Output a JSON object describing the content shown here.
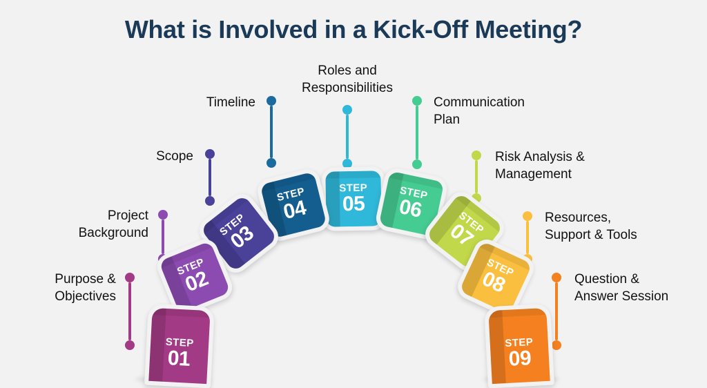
{
  "page": {
    "title": "What is Involved in a Kick-Off Meeting?",
    "background_color": "#f2f2f2",
    "title_color": "#1b3a57",
    "text_color": "#111111"
  },
  "steps": [
    {
      "id": "step-01",
      "kicker": "STEP",
      "number": "01",
      "color": "#a33a85"
    },
    {
      "id": "step-02",
      "kicker": "STEP",
      "number": "02",
      "color": "#8c4bb0"
    },
    {
      "id": "step-03",
      "kicker": "STEP",
      "number": "03",
      "color": "#4a4199"
    },
    {
      "id": "step-04",
      "kicker": "STEP",
      "number": "04",
      "color": "#135d8f"
    },
    {
      "id": "step-05",
      "kicker": "STEP",
      "number": "05",
      "color": "#2fb8d9"
    },
    {
      "id": "step-06",
      "kicker": "STEP",
      "number": "06",
      "color": "#45cc92"
    },
    {
      "id": "step-07",
      "kicker": "STEP",
      "number": "07",
      "color": "#c0d84a"
    },
    {
      "id": "step-08",
      "kicker": "STEP",
      "number": "08",
      "color": "#fbbf3f"
    },
    {
      "id": "step-09",
      "kicker": "STEP",
      "number": "09",
      "color": "#f5801f"
    }
  ],
  "callouts": [
    {
      "id": "callout-01",
      "step": "01",
      "text": "Purpose &\nObjectives",
      "color": "#a33a85",
      "align": "right"
    },
    {
      "id": "callout-02",
      "step": "02",
      "text": "Project\nBackground",
      "color": "#8c4bb0",
      "align": "right"
    },
    {
      "id": "callout-03",
      "step": "03",
      "text": "Scope",
      "color": "#4a4199",
      "align": "right"
    },
    {
      "id": "callout-04",
      "step": "04",
      "text": "Timeline",
      "color": "#1b6b9e",
      "align": "right"
    },
    {
      "id": "callout-05",
      "step": "05",
      "text": "Roles and\nResponsibilities",
      "color": "#2fb8d9",
      "align": "center"
    },
    {
      "id": "callout-06",
      "step": "06",
      "text": "Communication\nPlan",
      "color": "#45cc92",
      "align": "left"
    },
    {
      "id": "callout-07",
      "step": "07",
      "text": "Risk Analysis &\nManagement",
      "color": "#c0d84a",
      "align": "left"
    },
    {
      "id": "callout-08",
      "step": "08",
      "text": "Resources,\nSupport & Tools",
      "color": "#fbbf3f",
      "align": "left"
    },
    {
      "id": "callout-09",
      "step": "09",
      "text": "Question &\nAnswer Session",
      "color": "#f5801f",
      "align": "left"
    }
  ],
  "chips": [
    {
      "id": "chip-01-02",
      "color": "#a33a85"
    },
    {
      "id": "chip-02-03",
      "color": "#8c4bb0"
    },
    {
      "id": "chip-03-04",
      "color": "#4a4199"
    },
    {
      "id": "chip-04-05",
      "color": "#135d8f"
    },
    {
      "id": "chip-05-06",
      "color": "#45cc92"
    },
    {
      "id": "chip-06-07",
      "color": "#45cc92"
    },
    {
      "id": "chip-07-08",
      "color": "#c0d84a"
    },
    {
      "id": "chip-08-09",
      "color": "#fbbf3f"
    }
  ]
}
